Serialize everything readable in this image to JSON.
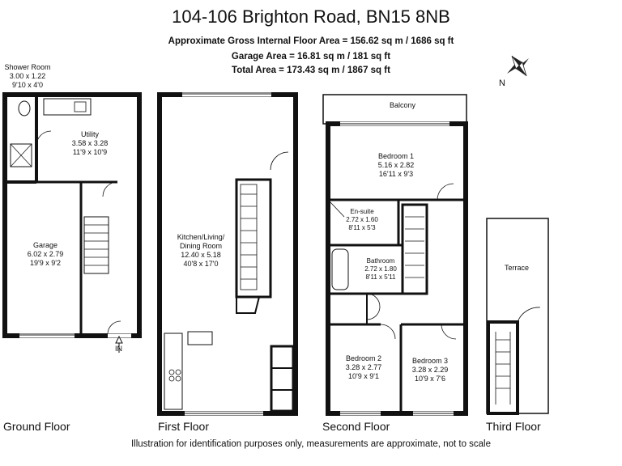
{
  "header": {
    "title": "104-106 Brighton Road, BN15 8NB",
    "gross_area": "Approximate Gross Internal Floor Area = 156.62 sq m / 1686 sq ft",
    "garage_area": "Garage Area = 16.81 sq m / 181 sq ft",
    "total_area": "Total Area = 173.43 sq m / 1867 sq ft"
  },
  "compass": {
    "label": "N"
  },
  "floors": {
    "ground": "Ground Floor",
    "first": "First Floor",
    "second": "Second Floor",
    "third": "Third Floor"
  },
  "rooms": {
    "shower": {
      "name": "Shower Room",
      "metric": "3.00 x 1.22",
      "imperial": "9'10 x 4'0"
    },
    "utility": {
      "name": "Utility",
      "metric": "3.58 x 3.28",
      "imperial": "11'9 x 10'9"
    },
    "garage": {
      "name": "Garage",
      "metric": "6.02 x 2.79",
      "imperial": "19'9 x 9'2"
    },
    "kitchen": {
      "name1": "Kitchen/Living/",
      "name2": "Dining Room",
      "metric": "12.40 x 5.18",
      "imperial": "40'8 x 17'0"
    },
    "balcony": {
      "name": "Balcony"
    },
    "bedroom1": {
      "name": "Bedroom 1",
      "metric": "5.16 x 2.82",
      "imperial": "16'11 x 9'3"
    },
    "ensuite": {
      "name": "En-suite",
      "metric": "2.72 x 1.60",
      "imperial": "8'11 x 5'3"
    },
    "bathroom": {
      "name": "Bathroom",
      "metric": "2.72 x 1.80",
      "imperial": "8'11 x 5'11"
    },
    "bedroom2": {
      "name": "Bedroom 2",
      "metric": "3.28 x 2.77",
      "imperial": "10'9 x 9'1"
    },
    "bedroom3": {
      "name": "Bedroom 3",
      "metric": "3.28 x 2.29",
      "imperial": "10'9 x 7'6"
    },
    "terrace": {
      "name": "Terrace"
    }
  },
  "entrance": {
    "label": "IN"
  },
  "footer": {
    "disclaimer": "Illustration for identification purposes only, measurements are approximate, not to scale"
  }
}
